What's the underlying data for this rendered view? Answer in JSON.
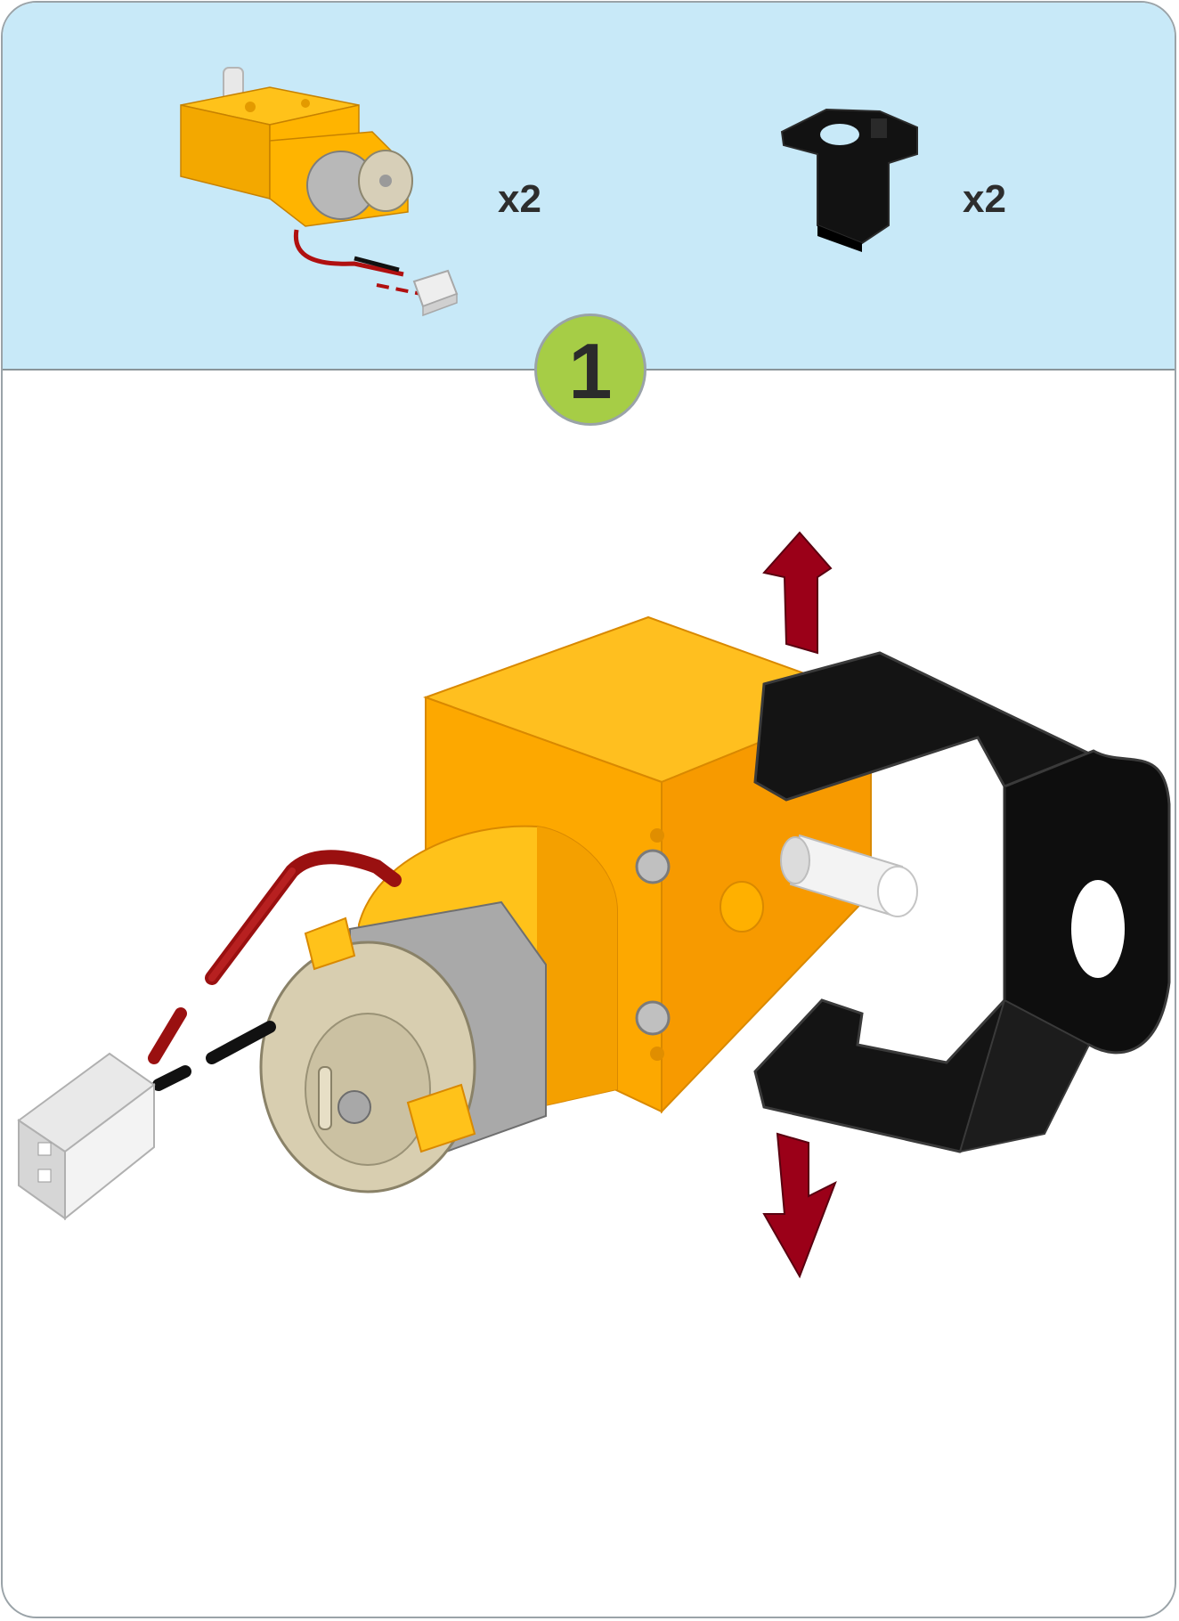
{
  "parts": [
    {
      "icon": "gear-motor-icon",
      "quantity": "x2"
    },
    {
      "icon": "motor-bracket-icon",
      "quantity": "x2"
    }
  ],
  "step": {
    "number": "1"
  },
  "colors": {
    "panel": "#c8e9f8",
    "badge": "#a6cd46",
    "motor_housing": "#f9a400",
    "bracket": "#111111",
    "arrow": "#9b0018"
  }
}
